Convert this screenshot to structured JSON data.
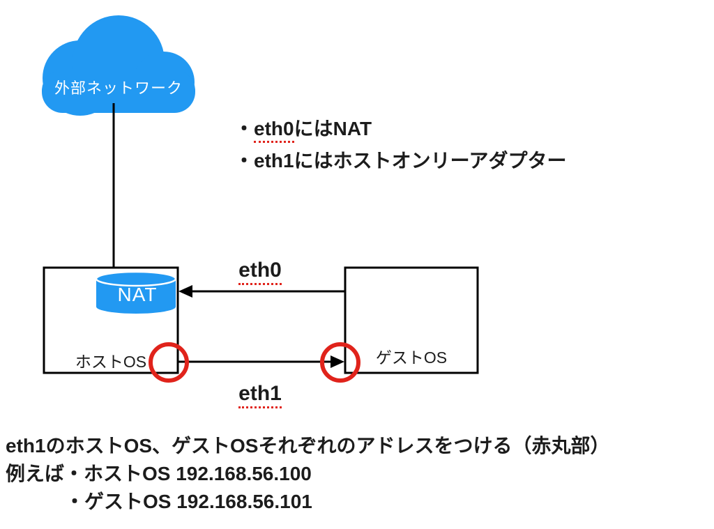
{
  "colors": {
    "blue": "#2299f2",
    "red": "#e0231b",
    "ink": "#1c1c1c",
    "line": "#000000"
  },
  "diagram": {
    "cloud_label": "外部ネットワーク",
    "nat_label": "NAT",
    "host_label": "ホストOS",
    "guest_label": "ゲストOS",
    "eth0_label": "eth0",
    "eth1_label": "eth1"
  },
  "notes": {
    "line1_bullet": "・",
    "line1_term": "eth0",
    "line1_rest": "にはNAT",
    "line2_bullet": "・",
    "line2_text": "eth1にはホストオンリーアダプター"
  },
  "footer": {
    "line1": "eth1のホストOS、ゲストOSそれぞれのアドレスをつける（赤丸部）",
    "line2": "例えば・ホストOS 192.168.56.100",
    "line3": "・ゲストOS 192.168.56.101"
  }
}
